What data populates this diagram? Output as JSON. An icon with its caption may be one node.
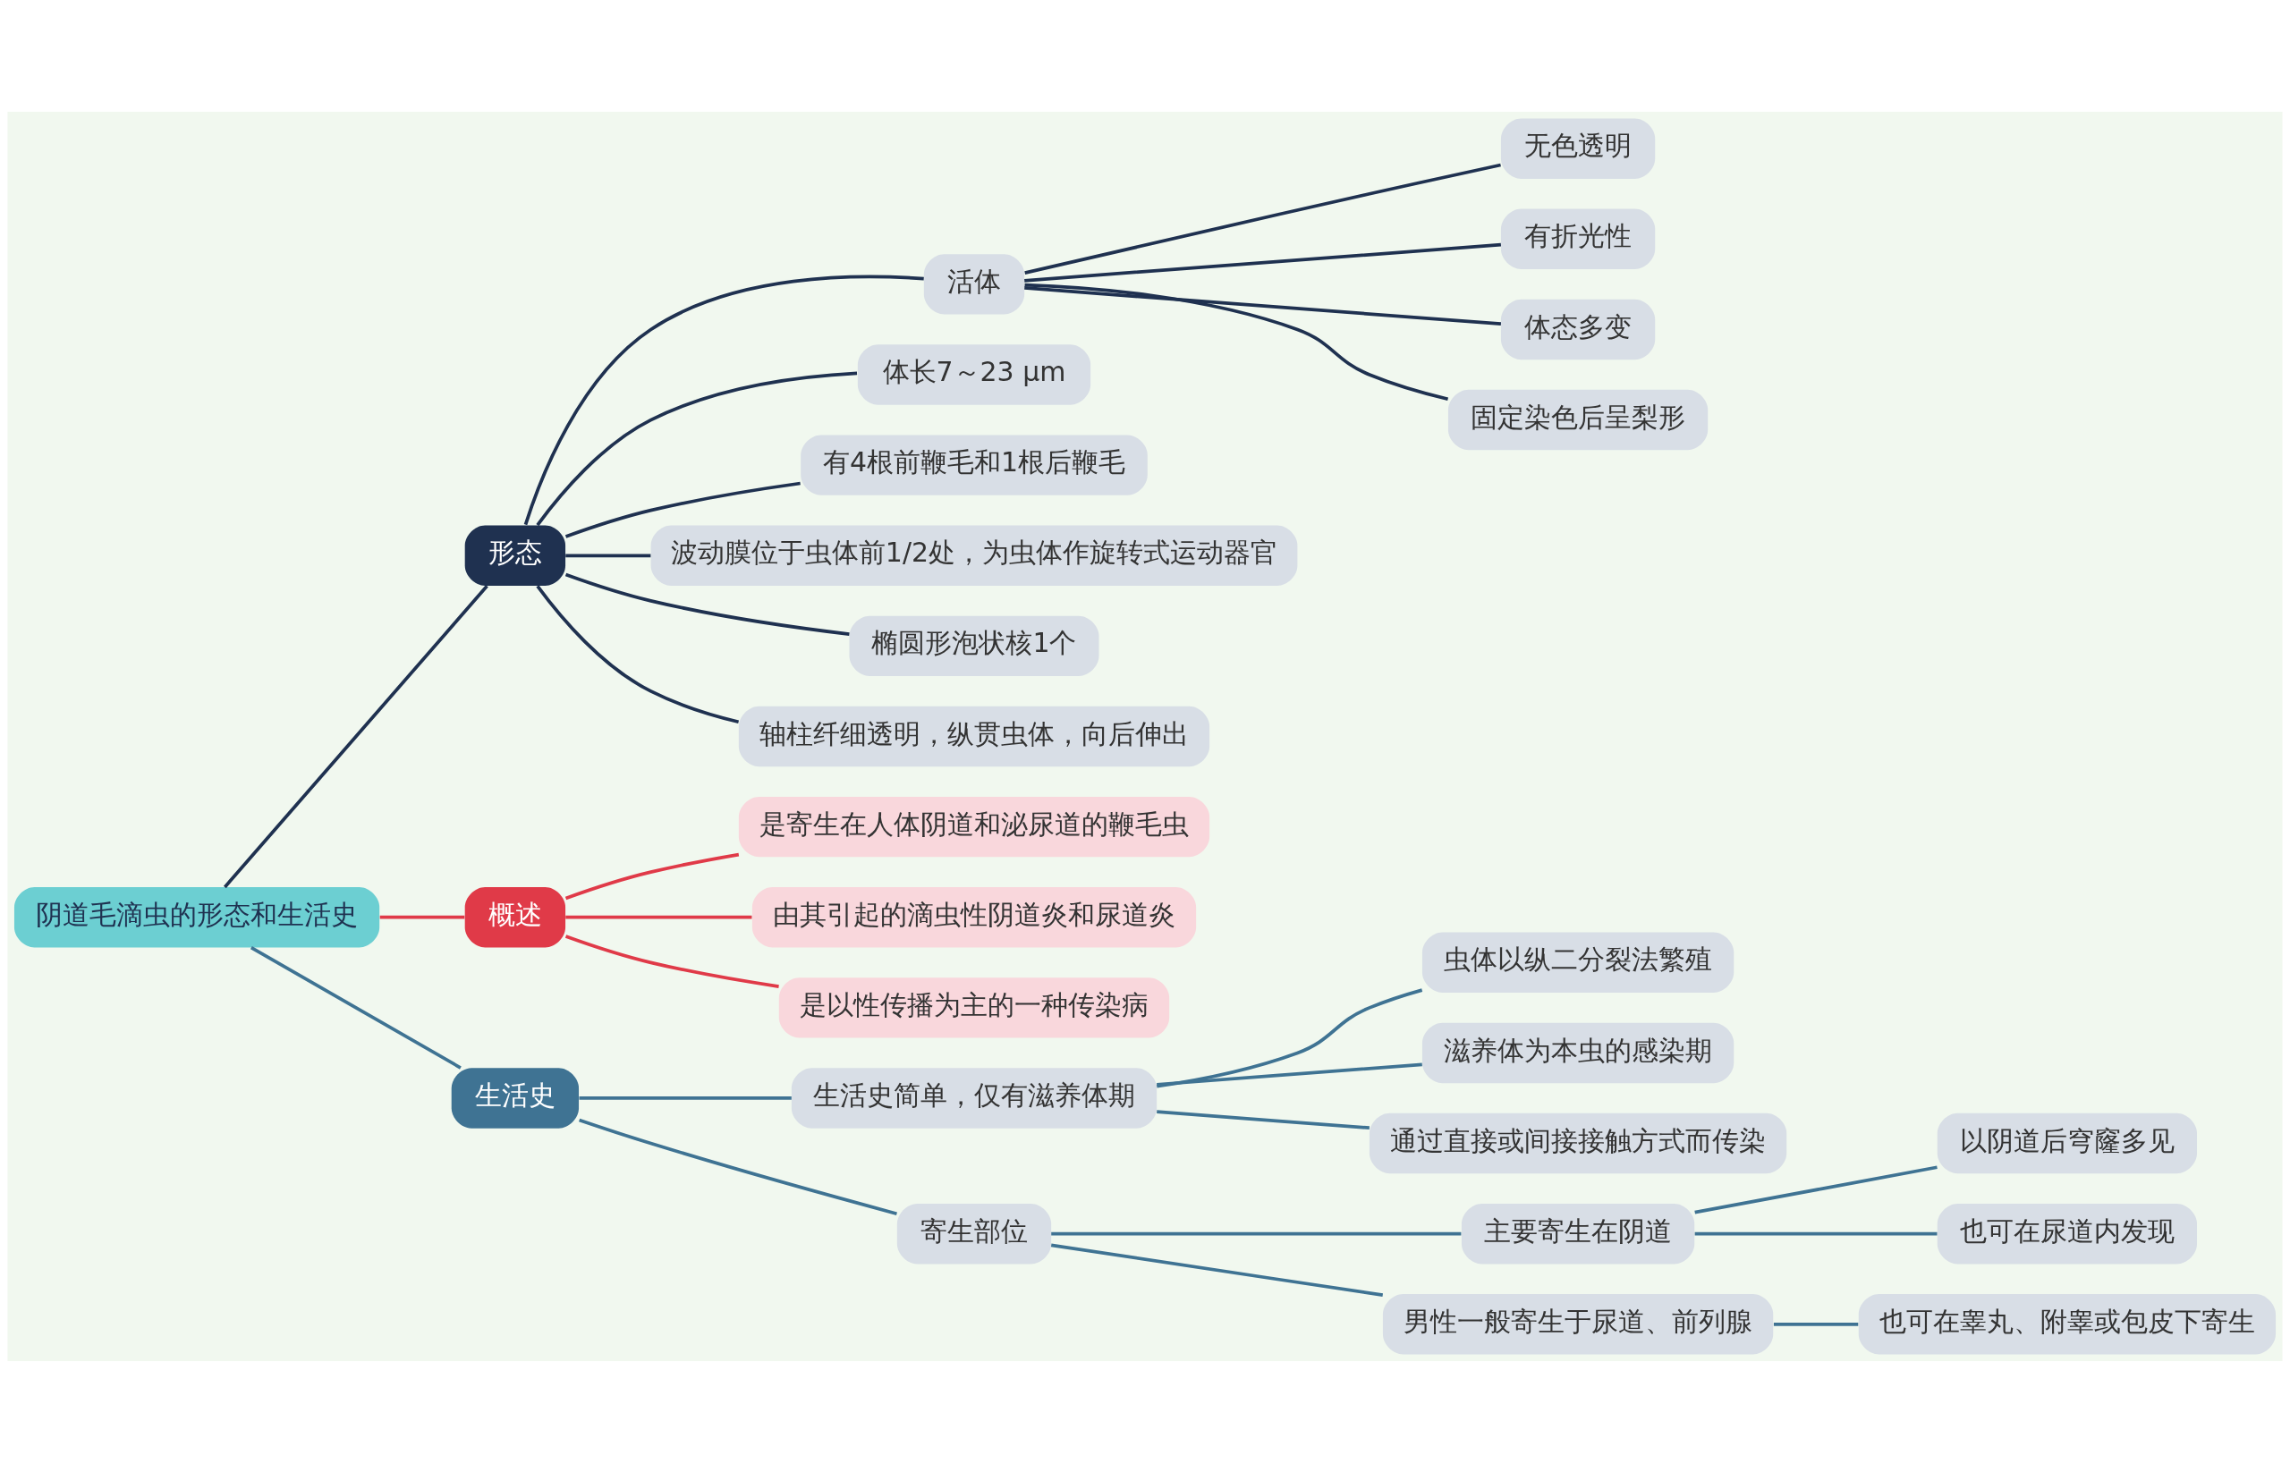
{
  "diagram": {
    "nodes": [
      {
        "text": [
          "阴道毛滴虫的形态和生活史"
        ]
      },
      {
        "text": [
          "形态"
        ]
      },
      {
        "text": [
          "活体"
        ]
      },
      {
        "text": [
          "无色透明"
        ]
      },
      {
        "text": [
          "有折光性"
        ]
      },
      {
        "text": [
          "体态多变"
        ]
      },
      {
        "text": [
          "固定染色后呈梨形"
        ]
      },
      {
        "text": [
          "体长7～23 μm"
        ]
      },
      {
        "text": [
          "有4根前鞭毛和1根后鞭毛"
        ]
      },
      {
        "text": [
          "波动膜位于虫体前1/2处，为虫体作旋转式运动器官"
        ]
      },
      {
        "text": [
          "椭圆形泡状核1个"
        ]
      },
      {
        "text": [
          "轴柱纤细透明，纵贯虫体，向后伸出"
        ]
      },
      {
        "text": [
          "概述"
        ]
      },
      {
        "text": [
          "是寄生在人体阴道和泌尿道的鞭毛虫"
        ]
      },
      {
        "text": [
          "由其引起的滴虫性阴道炎和尿道炎"
        ]
      },
      {
        "text": [
          "是以性传播为主的一种传染病"
        ]
      },
      {
        "text": [
          "生活史"
        ]
      },
      {
        "text": [
          "生活史简单，仅有滋养体期"
        ]
      },
      {
        "text": [
          "虫体以纵二分裂法繁殖"
        ]
      },
      {
        "text": [
          "滋养体为本虫的感染期"
        ]
      },
      {
        "text": [
          "通过直接或间接接触方式而传染"
        ]
      },
      {
        "text": [
          "寄生部位"
        ]
      },
      {
        "text": [
          "主要寄生在阴道"
        ]
      },
      {
        "text": [
          "以阴道后穹窿多见"
        ]
      },
      {
        "text": [
          "也可在尿道内发现"
        ]
      },
      {
        "text": [
          "男性一般寄生于尿道、前列腺"
        ]
      },
      {
        "text": [
          "也可在睾丸、附睾或包皮下寄生"
        ]
      }
    ],
    "edges": [
      {
        "from": 0,
        "to": 1,
        "arrow": "none",
        "color": "#1f3150"
      },
      {
        "from": 1,
        "to": 2,
        "arrow": "none",
        "color": "#1f3150"
      },
      {
        "from": 2,
        "to": 3,
        "arrow": "none",
        "color": "#1f3150"
      },
      {
        "from": 2,
        "to": 4,
        "arrow": "none",
        "color": "#1f3150"
      },
      {
        "from": 2,
        "to": 5,
        "arrow": "none",
        "color": "#1f3150"
      },
      {
        "from": 2,
        "to": 6,
        "arrow": "none",
        "color": "#1f3150"
      },
      {
        "from": 1,
        "to": 7,
        "arrow": "none",
        "color": "#1f3150"
      },
      {
        "from": 1,
        "to": 8,
        "arrow": "none",
        "color": "#1f3150"
      },
      {
        "from": 1,
        "to": 9,
        "arrow": "none",
        "color": "#1f3150"
      },
      {
        "from": 1,
        "to": 10,
        "arrow": "none",
        "color": "#1f3150"
      },
      {
        "from": 1,
        "to": 11,
        "arrow": "none",
        "color": "#1f3150"
      },
      {
        "from": 0,
        "to": 12,
        "arrow": "none",
        "color": "#e03a48"
      },
      {
        "from": 12,
        "to": 13,
        "arrow": "none",
        "color": "#e03a48"
      },
      {
        "from": 12,
        "to": 14,
        "arrow": "none",
        "color": "#e03a48"
      },
      {
        "from": 12,
        "to": 15,
        "arrow": "none",
        "color": "#e03a48"
      },
      {
        "from": 0,
        "to": 16,
        "arrow": "none"
      },
      {
        "from": 16,
        "to": 17,
        "arrow": "none"
      },
      {
        "from": 17,
        "to": 18,
        "arrow": "none"
      },
      {
        "from": 17,
        "to": 19,
        "arrow": "none"
      },
      {
        "from": 17,
        "to": 20,
        "arrow": "none"
      },
      {
        "from": 16,
        "to": 21,
        "arrow": "none"
      },
      {
        "from": 21,
        "to": 22,
        "arrow": "none"
      },
      {
        "from": 22,
        "to": 23,
        "arrow": "none"
      },
      {
        "from": 22,
        "to": 24,
        "arrow": "none"
      },
      {
        "from": 21,
        "to": 25,
        "arrow": "none"
      },
      {
        "from": 25,
        "to": 26,
        "arrow": "none"
      }
    ]
  }
}
